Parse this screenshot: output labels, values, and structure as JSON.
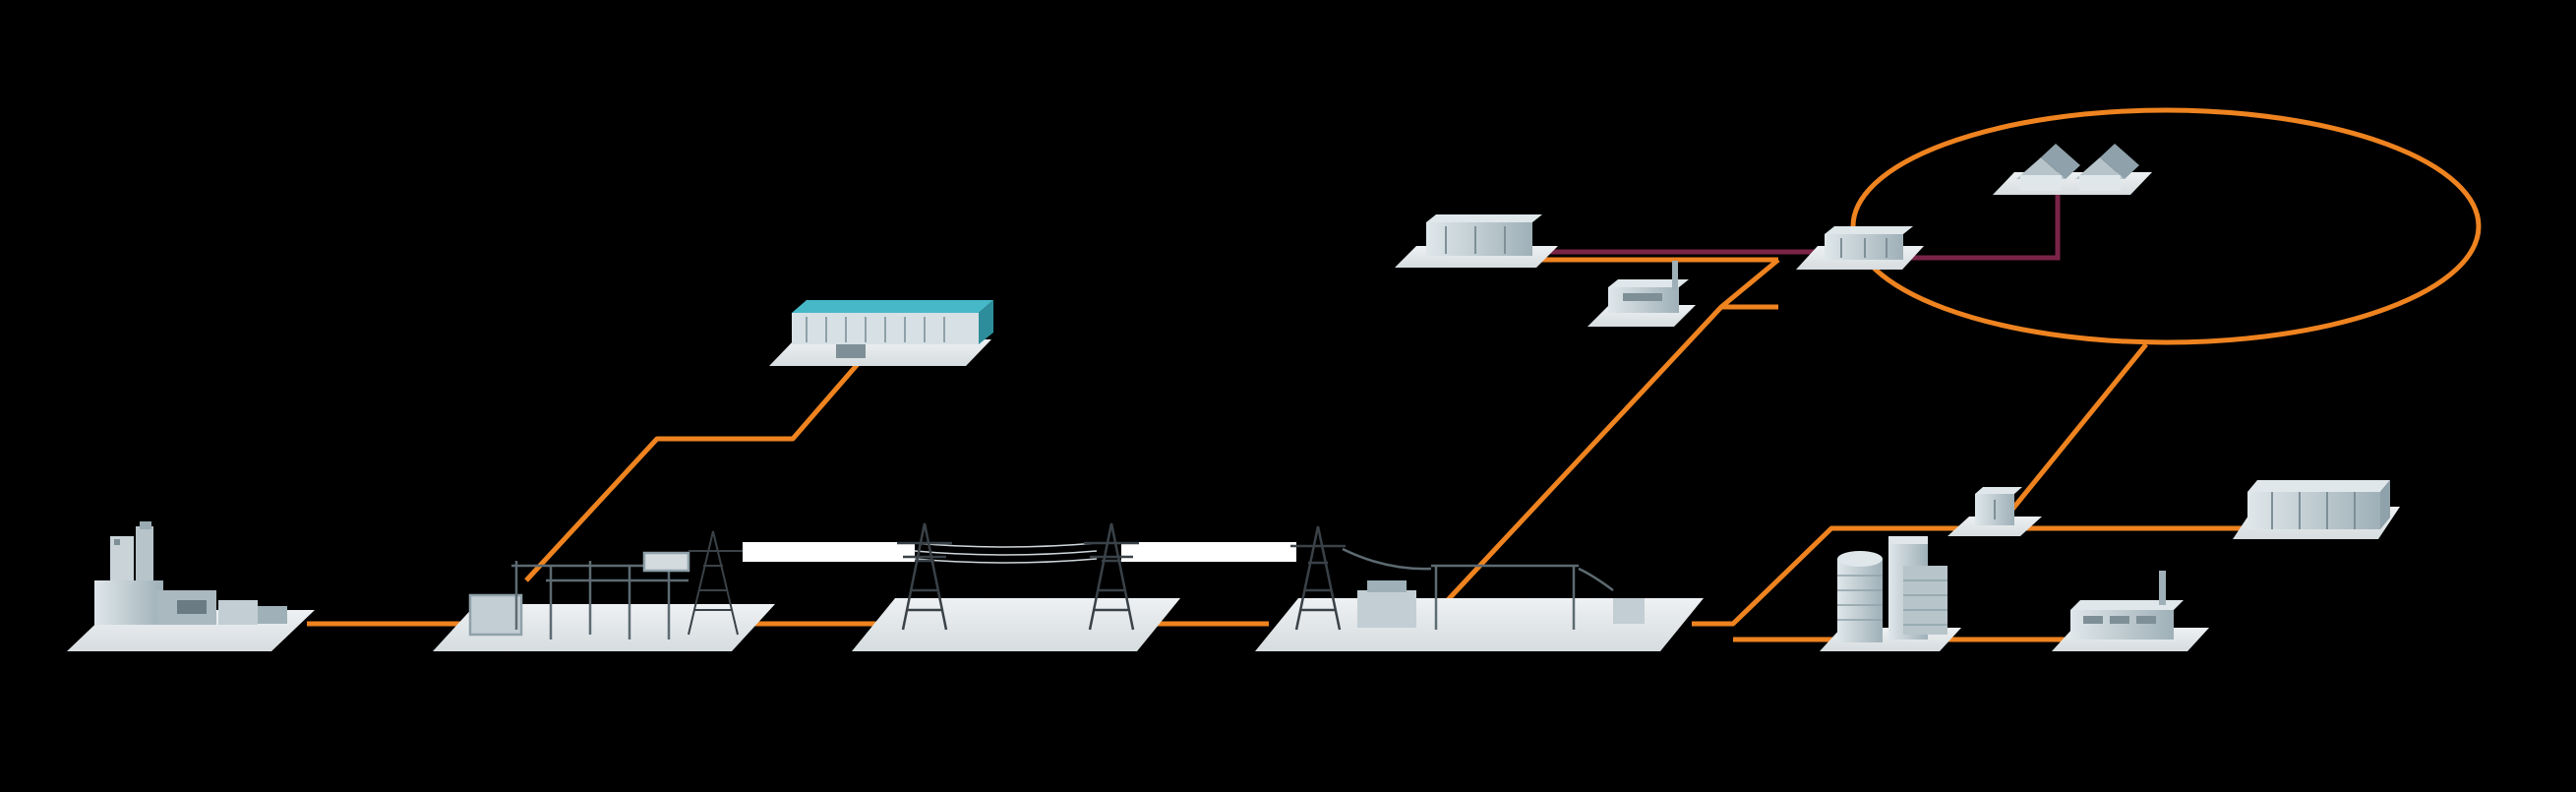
{
  "diagram": {
    "title": "",
    "description_text": "",
    "colors": {
      "background": "#000000",
      "transmission_line": "#ee8320",
      "distribution_link": "#7a2448",
      "ground_plate": "#e4e8ea",
      "structure": "#c9d3d8",
      "structure_dark": "#8fa1aa",
      "accent_roof": "#46b8c8",
      "tower": "#3a4248"
    },
    "nodes": [
      {
        "id": "power-plant",
        "icon": "power-plant-icon"
      },
      {
        "id": "step-up-substation",
        "icon": "substation-icon"
      },
      {
        "id": "hydro-dam",
        "icon": "dam-icon"
      },
      {
        "id": "transmission-towers",
        "icon": "tower-icon"
      },
      {
        "id": "grid-substation",
        "icon": "substation-icon"
      },
      {
        "id": "switchgear-left",
        "icon": "switchgear-icon"
      },
      {
        "id": "small-factory",
        "icon": "factory-icon"
      },
      {
        "id": "switchgear-right",
        "icon": "switchgear-icon"
      },
      {
        "id": "houses",
        "icon": "house-icon"
      },
      {
        "id": "distribution-transformer",
        "icon": "transformer-icon"
      },
      {
        "id": "office-towers",
        "icon": "building-icon"
      },
      {
        "id": "container-storage",
        "icon": "container-icon"
      },
      {
        "id": "industrial-plant",
        "icon": "factory-icon"
      }
    ]
  }
}
